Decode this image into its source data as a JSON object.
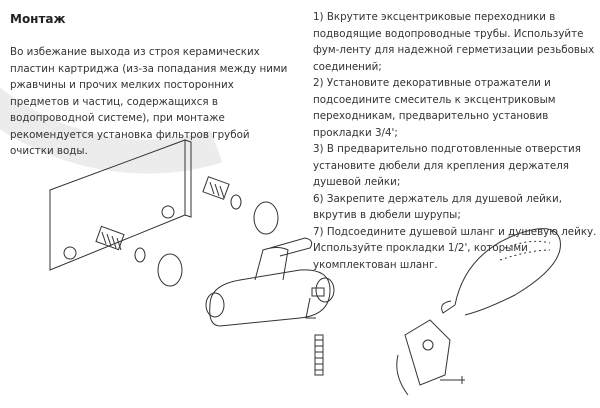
{
  "title": "Монтаж",
  "intro": "Во избежание выхода из строя керамических пластин картриджа (из-за попадания между ними ржавчины и прочих мелких посторонних предметов и частиц, содержащихся в водопроводной системе), при монтаже рекомендуется установка фильтров грубой очистки воды.",
  "steps": [
    "1) Вкрутите эксцентриковые переходники в подводящие водопроводные трубы. Используйте фум-ленту для надежной герметизации резьбовых соединений;",
    "2) Установите декоративные отражатели и подсоедините смеситель к эксцентриковым переходникам, предварительно установив прокладки 3/4';",
    "3) В предварительно подготовленные отверстия установите дюбели для крепления держателя душевой лейки;",
    "6) Закрепите держатель для душевой лейки, вкрутив в дюбели шурупы;",
    "7) Подсоедините душевой шланг и душевую лейку. Используйте прокладки 1/2', которыми укомплектован шланг."
  ]
}
